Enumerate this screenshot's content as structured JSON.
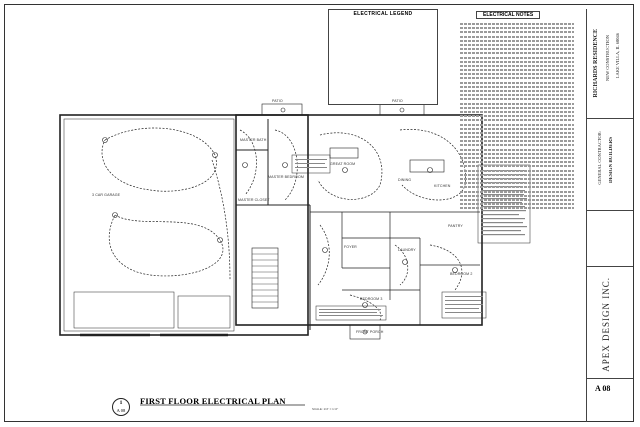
{
  "legend": {
    "title": "ELECTRICAL LEGEND"
  },
  "notes": {
    "title": "ELECTRICAL NOTES"
  },
  "title_block": {
    "project": "RICHARDS RESIDENCE",
    "project_sub": "NEW CONSTRUCTION",
    "location": "LAKE VILLA, IL 60046",
    "contractor_label": "GENERAL CONTRACTOR:",
    "contractor": "DESIGN BUILDERS",
    "firm": "APEX DESIGN INC.",
    "sheet_number": "A 08"
  },
  "drawing": {
    "detail_number": "1",
    "detail_sheet": "A 08",
    "title": "FIRST FLOOR ELECTRICAL PLAN",
    "scale": "SCALE: 1/4\" = 1'-0\""
  },
  "rooms": {
    "garage": "3 CAR GARAGE",
    "master_bath": "MASTER BATH",
    "master_bedroom": "MASTER BEDROOM",
    "master_closet": "MASTER CLOSET",
    "great_room": "GREAT ROOM",
    "dining": "DINING",
    "kitchen": "KITCHEN",
    "pantry": "PANTRY",
    "laundry": "LAUNDRY",
    "foyer": "FOYER",
    "bedroom2": "BEDROOM 2",
    "bedroom3": "BEDROOM 3",
    "patio_left": "PATIO",
    "patio_right": "PATIO",
    "front_porch": "FRONT PORCH"
  }
}
